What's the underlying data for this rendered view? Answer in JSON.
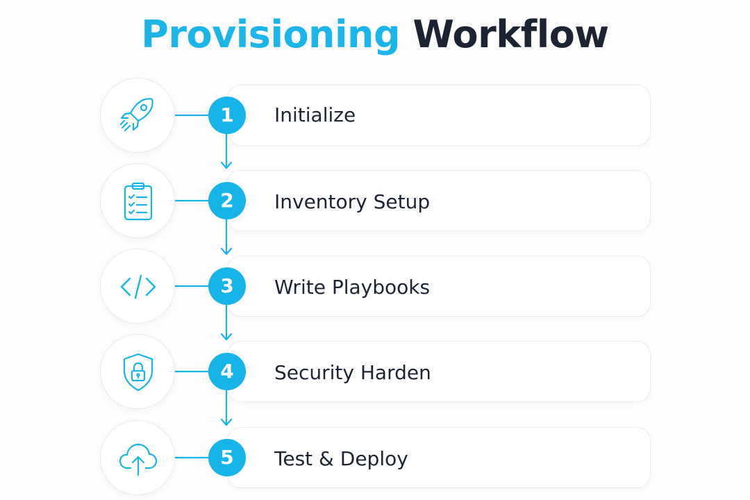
{
  "title": {
    "accent": "Provisioning",
    "main": "Workflow"
  },
  "colors": {
    "accent": "#17b4ea",
    "text": "#1c2433"
  },
  "steps": [
    {
      "number": "1",
      "label": "Initialize",
      "icon": "rocket-icon"
    },
    {
      "number": "2",
      "label": "Inventory Setup",
      "icon": "clipboard-checklist-icon"
    },
    {
      "number": "3",
      "label": "Write Playbooks",
      "icon": "code-icon"
    },
    {
      "number": "4",
      "label": "Security Harden",
      "icon": "shield-lock-icon"
    },
    {
      "number": "5",
      "label": "Test & Deploy",
      "icon": "cloud-upload-icon"
    }
  ]
}
